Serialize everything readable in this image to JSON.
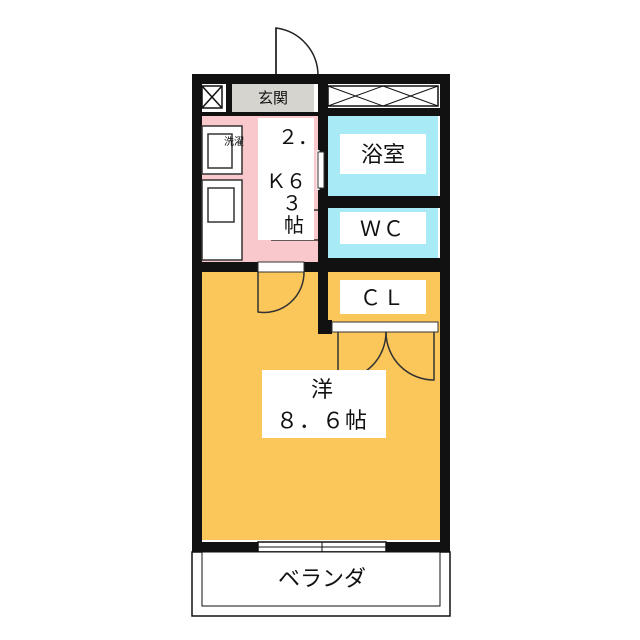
{
  "rooms": {
    "entrance": {
      "label": "玄関"
    },
    "kitchen": {
      "label_line1": "２．",
      "label_line2": "Ｋ６",
      "label_line3": "３",
      "label_line4": "帖",
      "color": "#f9c8cc"
    },
    "laundry": {
      "label": "洗濯"
    },
    "bath": {
      "label": "浴室",
      "color": "#a8eaf6"
    },
    "wc": {
      "label": "ＷＣ",
      "color": "#a8eaf6"
    },
    "closet": {
      "label": "ＣＬ",
      "color": "#d6d4cf"
    },
    "western": {
      "label_line1": "洋",
      "label_line2": "８．６帖",
      "color": "#fbc65a"
    },
    "veranda": {
      "label": "ベランダ"
    }
  }
}
